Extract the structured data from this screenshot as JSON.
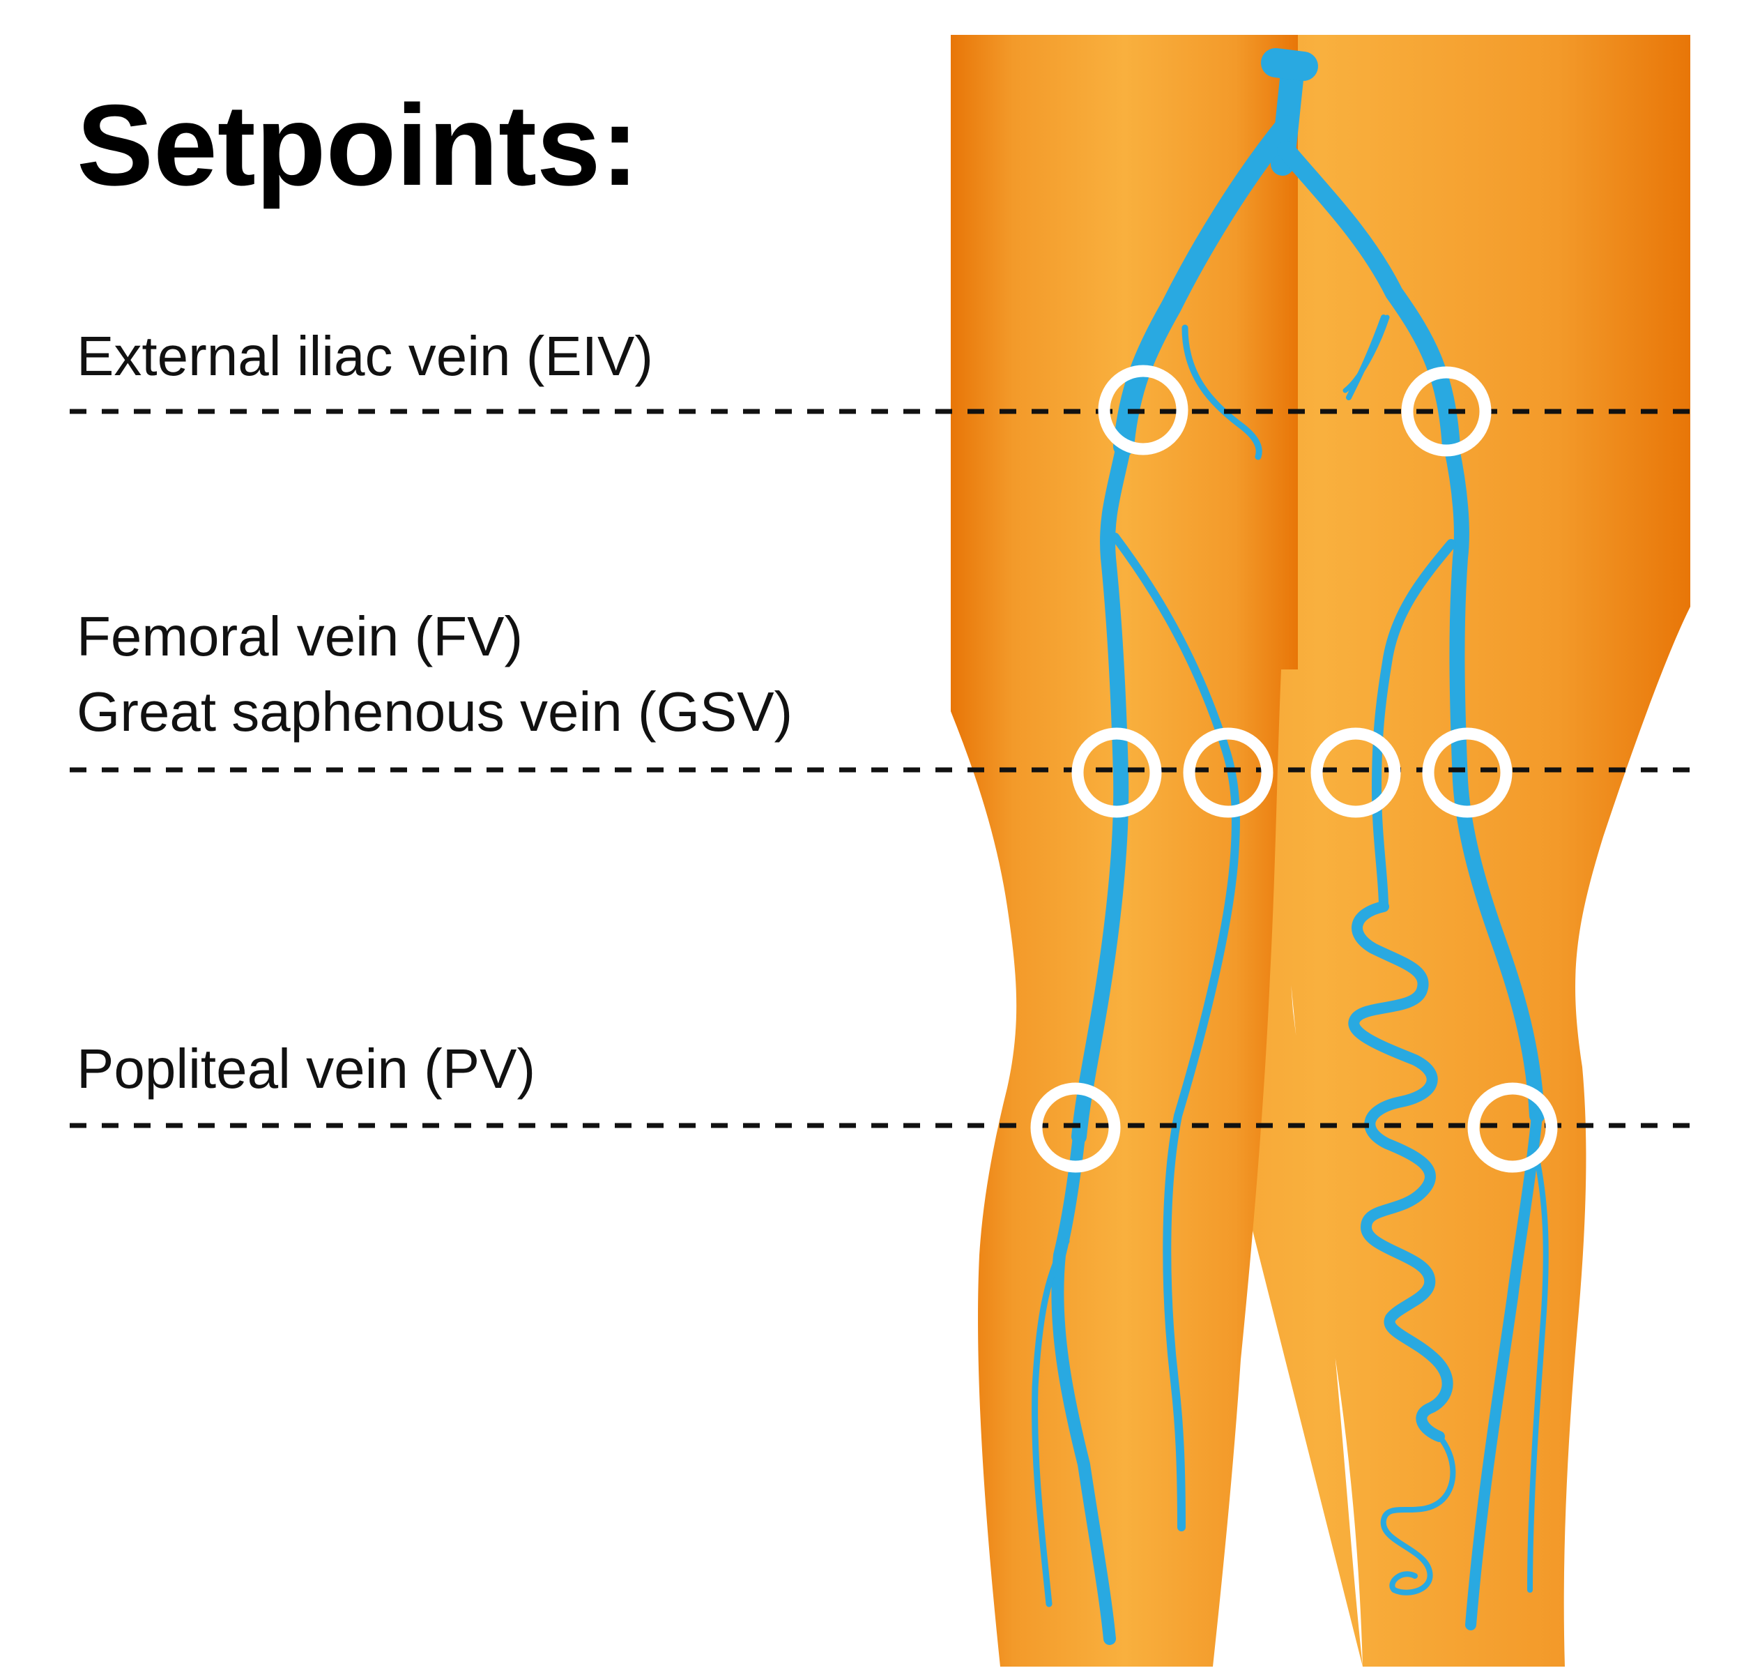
{
  "title": "Setpoints:",
  "labels": {
    "eiv": "External iliac vein (EIV)",
    "fv": "Femoral vein (FV)",
    "gsv": "Great saphenous vein (GSV)",
    "pv": "Popliteal vein (PV)"
  },
  "colors": {
    "skin_light": "#f9b03e",
    "skin_dark": "#e87608",
    "vein": "#29a9e1",
    "marker": "#ffffff",
    "guide_line": "#111111",
    "text": "#000000"
  },
  "icons": {
    "marker": "ring-marker-icon"
  }
}
